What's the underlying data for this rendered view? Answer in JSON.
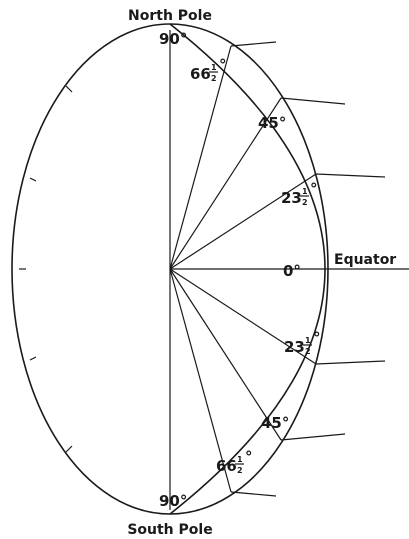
{
  "labels": {
    "north_pole": "North Pole",
    "south_pole": "South Pole",
    "equator": "Equator"
  },
  "latitudes": {
    "north_90": "90°",
    "north_66": "66",
    "north_45": "45°",
    "north_23": "23",
    "equator_0": "0°",
    "south_23": "23",
    "south_45": "45°",
    "south_66": "66",
    "south_90": "90°"
  },
  "fraction": {
    "numerator": "1",
    "denominator": "2",
    "degree": "°"
  }
}
